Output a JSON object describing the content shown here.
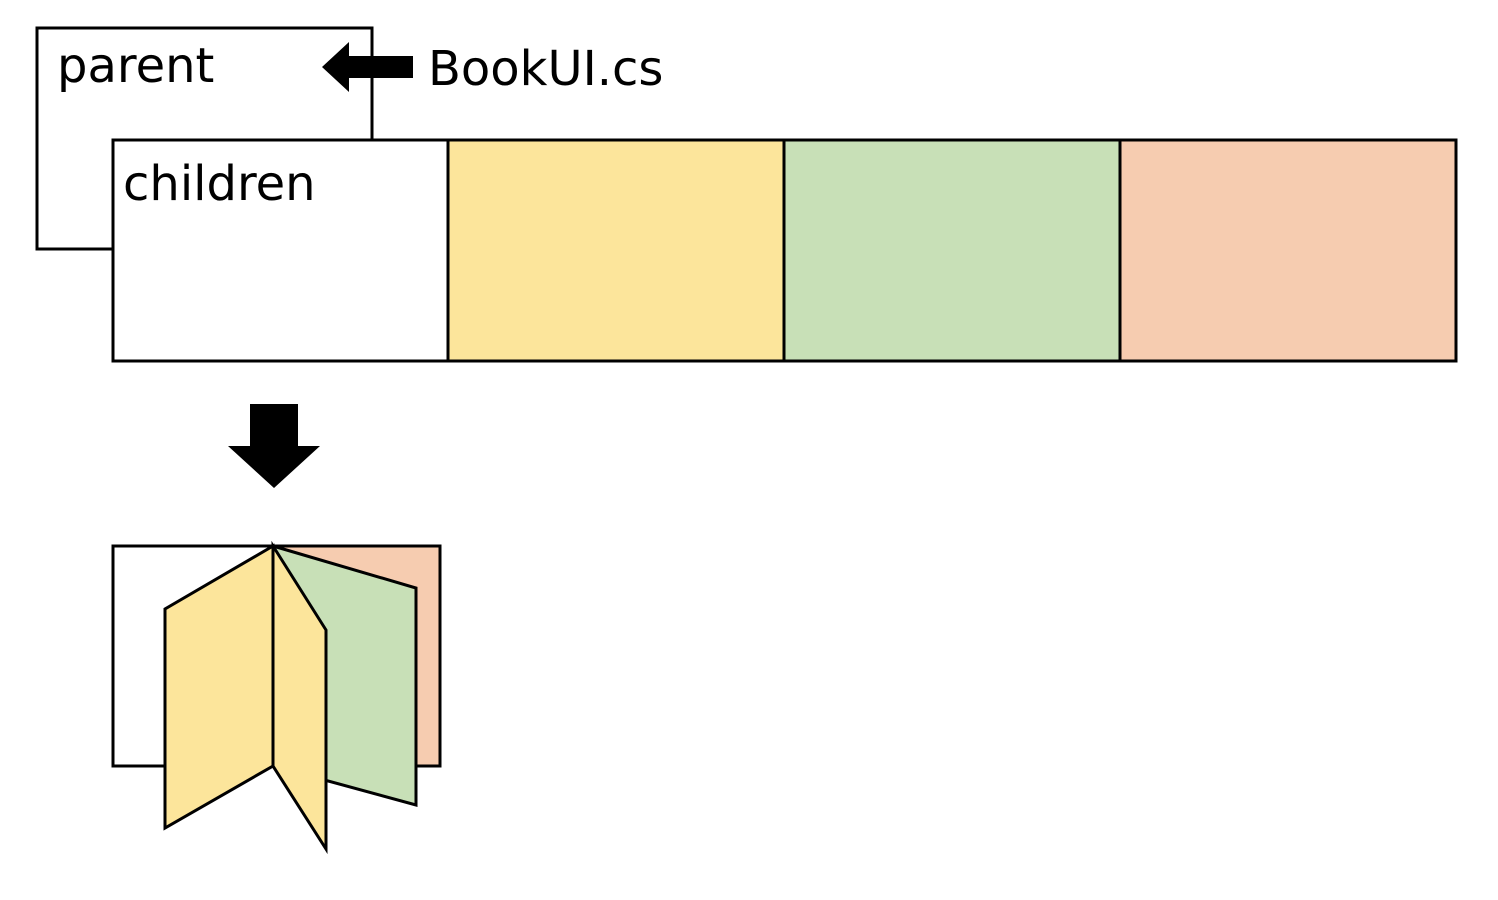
{
  "labels": {
    "parent": "parent",
    "children": "children",
    "script": "BookUI.cs"
  },
  "colors": {
    "page_white": "#ffffff",
    "page_yellow": "#fce59b",
    "page_green": "#c8e0b7",
    "page_orange": "#f6ccb0",
    "stroke": "#000000"
  },
  "children_pages": [
    "white",
    "yellow",
    "green",
    "orange"
  ]
}
